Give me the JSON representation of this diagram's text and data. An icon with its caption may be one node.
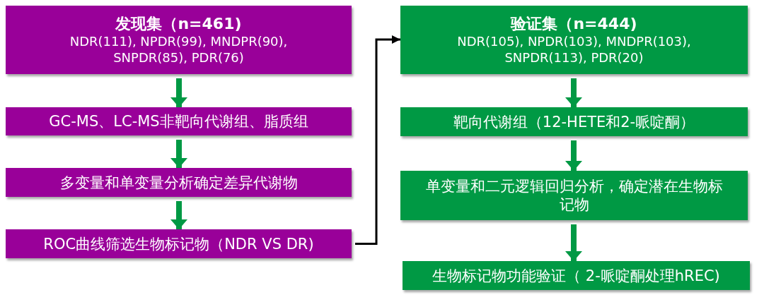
{
  "diagram": {
    "nodes": [
      {
        "text": [
          "发现集（n=461)",
          "NDR(111), NPDR(99), MNDPR(90), SNPDR(85), PDR(76)"
        ]
      },
      {
        "text": [
          "GC-MS、LC-MS非靶向代谢组、脂质组"
        ]
      },
      {
        "text": [
          "多变量和单变量分析确定差异代谢物"
        ]
      },
      {
        "text": [
          "ROC曲线筛选生物标记物（NDR VS DR)"
        ]
      },
      {
        "text": [
          "验证集（n=444)",
          "NDR(105), NPDR(103), MNDPR(103), SNPDR(113), PDR(20)"
        ]
      },
      {
        "text": [
          "靶向代谢组（12-HETE和2-哌啶酮）"
        ]
      },
      {
        "text": [
          "单变量和二元逻辑回归分析，确定潜在生物标记物"
        ]
      },
      {
        "text": [
          "生物标记物功能验证（ 2-哌啶酮处理hREC)"
        ]
      }
    ],
    "edges": [
      {
        "from": 0,
        "to": 1,
        "arrow": "to"
      },
      {
        "from": 1,
        "to": 2,
        "arrow": "to"
      },
      {
        "from": 2,
        "to": 3,
        "arrow": "to"
      },
      {
        "from": 3,
        "to": 4,
        "arrow": "to",
        "color": "#000000"
      },
      {
        "from": 4,
        "to": 5,
        "arrow": "to"
      },
      {
        "from": 5,
        "to": 6,
        "arrow": "to"
      },
      {
        "from": 6,
        "to": 7,
        "arrow": "to"
      }
    ]
  }
}
